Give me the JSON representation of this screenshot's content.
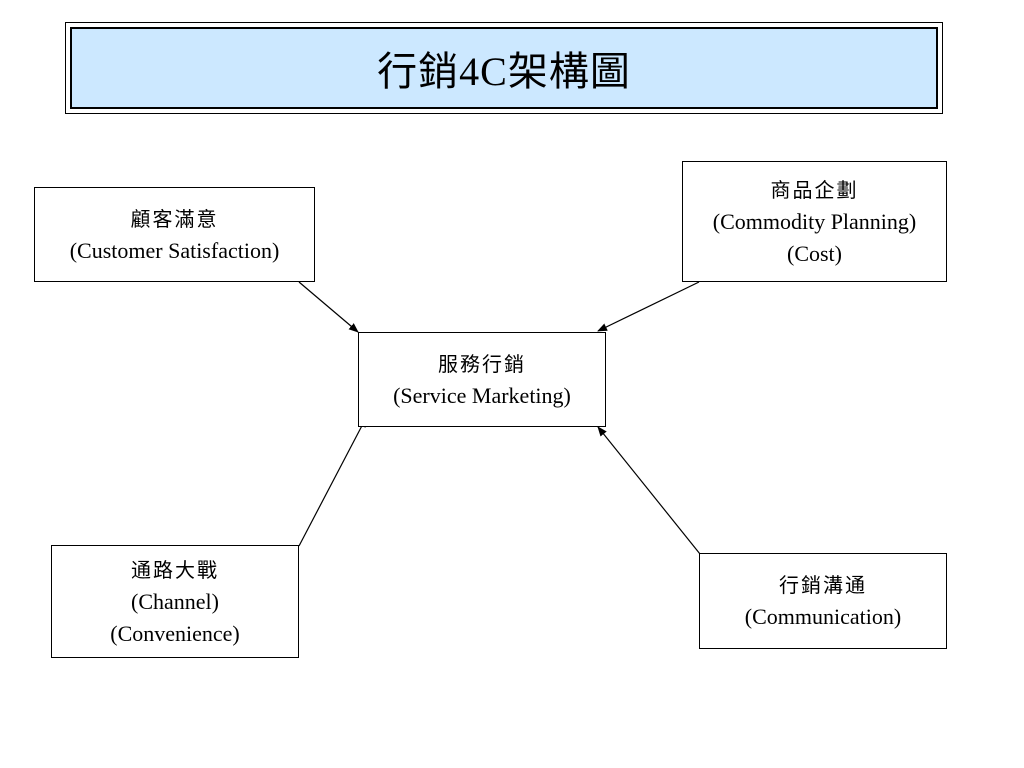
{
  "title": "行銷4C架構圖",
  "center": {
    "zh": "服務行銷",
    "en": "(Service Marketing)"
  },
  "nodes": {
    "customer": {
      "zh": "顧客滿意",
      "en": "(Customer Satisfaction)"
    },
    "commodity": {
      "zh": "商品企劃",
      "en": "(Commodity Planning)",
      "en2": "(Cost)"
    },
    "channel": {
      "zh": "通路大戰",
      "en": "(Channel)",
      "en2": "(Convenience)"
    },
    "communication": {
      "zh": "行銷溝通",
      "en": "(Communication)"
    }
  },
  "colors": {
    "title_background": "#cce8ff",
    "stroke": "#000000"
  }
}
